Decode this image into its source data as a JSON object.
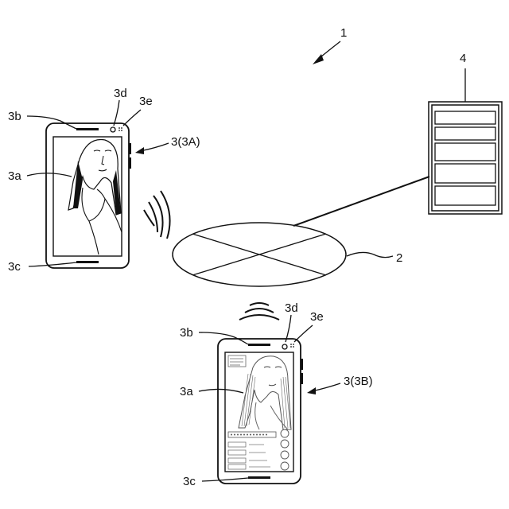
{
  "figure": {
    "system_label": "1",
    "network_label": "2",
    "server_label": "4",
    "terminal_a": {
      "ref": "3(3A)",
      "screen": "3a",
      "speaker": "3b",
      "mic": "3c",
      "camera": "3d",
      "sensor": "3e"
    },
    "terminal_b": {
      "ref": "3(3B)",
      "screen": "3a",
      "speaker": "3b",
      "mic": "3c",
      "camera": "3d",
      "sensor": "3e"
    }
  }
}
